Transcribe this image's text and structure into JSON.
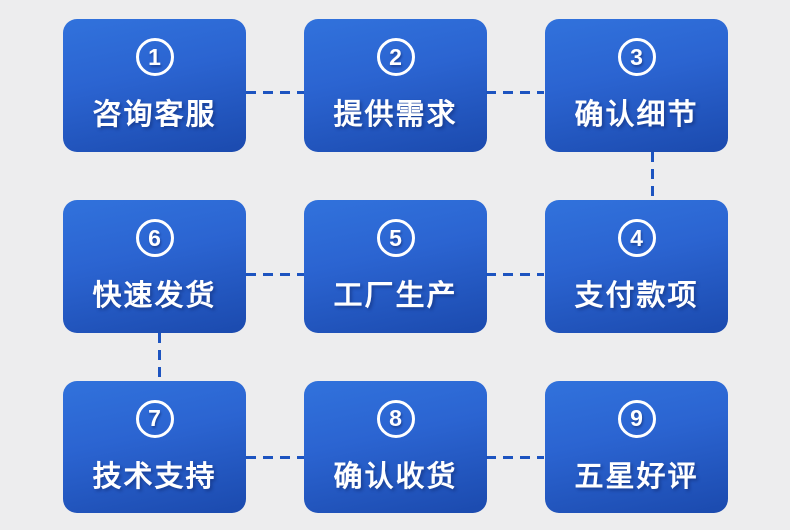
{
  "diagram": {
    "type": "process-flow",
    "connections": [
      "1-2",
      "2-3",
      "3-4",
      "4-5",
      "5-6",
      "6-7",
      "7-8",
      "8-9"
    ],
    "rows": [
      {
        "cells": [
          {
            "number": "1",
            "label": "咨询客服"
          },
          {
            "number": "2",
            "label": "提供需求"
          },
          {
            "number": "3",
            "label": "确认细节"
          }
        ]
      },
      {
        "cells": [
          {
            "number": "6",
            "label": "快速发货"
          },
          {
            "number": "5",
            "label": "工厂生产"
          },
          {
            "number": "4",
            "label": "支付款项"
          }
        ]
      },
      {
        "cells": [
          {
            "number": "7",
            "label": "技术支持"
          },
          {
            "number": "8",
            "label": "确认收货"
          },
          {
            "number": "9",
            "label": "五星好评"
          }
        ]
      }
    ]
  },
  "colors": {
    "background": "#ededee",
    "card_gradient_top": "#3172dc",
    "card_gradient_bottom": "#1b4aae",
    "connector": "#1d54c0",
    "text": "#ffffff"
  }
}
